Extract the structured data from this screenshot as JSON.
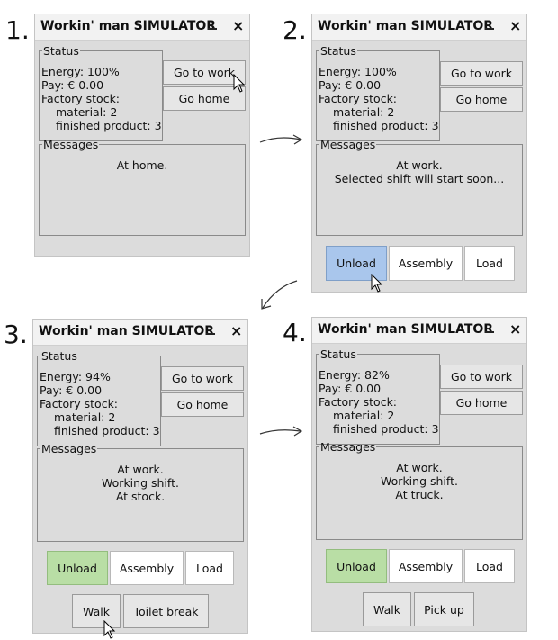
{
  "steps": [
    "1.",
    "2.",
    "3.",
    "4."
  ],
  "windows": [
    {
      "title": "Workin' man SIMULATOR",
      "minimize": "_",
      "close": "×",
      "status_legend": "Status",
      "energy": "Energy: 100%",
      "pay": "Pay: € 0.00",
      "stock_label": "Factory stock:",
      "material": "material: 2",
      "finished": "finished product: 3",
      "go_to_work": "Go to work",
      "go_home": "Go home",
      "messages_legend": "Messages",
      "messages": [
        "At home."
      ]
    },
    {
      "title": "Workin' man SIMULATOR",
      "minimize": "_",
      "close": "×",
      "status_legend": "Status",
      "energy": "Energy: 100%",
      "pay": "Pay: € 0.00",
      "stock_label": "Factory stock:",
      "material": "material: 2",
      "finished": "finished product: 3",
      "go_to_work": "Go to work",
      "go_home": "Go home",
      "messages_legend": "Messages",
      "messages": [
        "At work.",
        "Selected shift will start soon..."
      ],
      "shift_buttons": {
        "unload": "Unload",
        "assembly": "Assembly",
        "load": "Load",
        "selected": "unload",
        "selected_color": "#a9c6ec"
      }
    },
    {
      "title": "Workin' man SIMULATOR",
      "minimize": "_",
      "close": "×",
      "status_legend": "Status",
      "energy": "Energy: 94%",
      "pay": "Pay: € 0.00",
      "stock_label": "Factory stock:",
      "material": "material: 2",
      "finished": "finished product: 3",
      "go_to_work": "Go to work",
      "go_home": "Go home",
      "messages_legend": "Messages",
      "messages": [
        "At work.",
        "Working shift.",
        "At stock."
      ],
      "shift_buttons": {
        "unload": "Unload",
        "assembly": "Assembly",
        "load": "Load",
        "selected": "unload",
        "selected_color": "#b9dea5"
      },
      "action_buttons": {
        "first": "Walk",
        "second": "Toilet break"
      }
    },
    {
      "title": "Workin' man SIMULATOR",
      "minimize": "_",
      "close": "×",
      "status_legend": "Status",
      "energy": "Energy: 82%",
      "pay": "Pay: € 0.00",
      "stock_label": "Factory stock:",
      "material": "material: 2",
      "finished": "finished product: 3",
      "go_to_work": "Go to work",
      "go_home": "Go home",
      "messages_legend": "Messages",
      "messages": [
        "At work.",
        "Working shift.",
        "At truck."
      ],
      "shift_buttons": {
        "unload": "Unload",
        "assembly": "Assembly",
        "load": "Load",
        "selected": "unload",
        "selected_color": "#b9dea5"
      },
      "action_buttons": {
        "first": "Walk",
        "second": "Pick up"
      }
    }
  ]
}
